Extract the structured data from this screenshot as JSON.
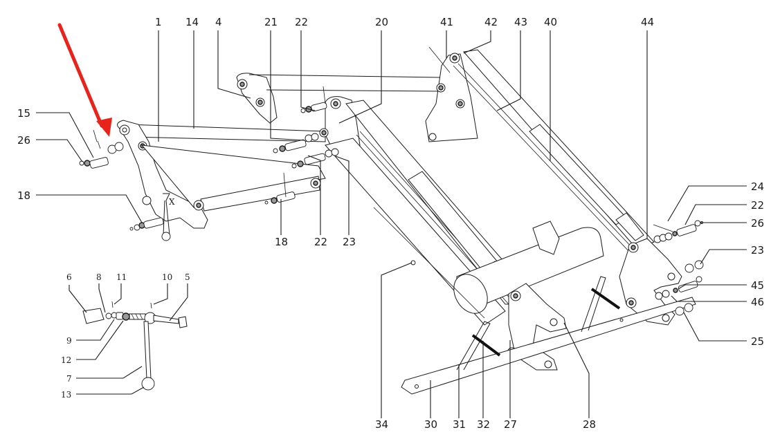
{
  "title": "Front loader exploded parts diagram",
  "highlight": {
    "type": "arrow",
    "color": "#e8231b",
    "points_to_part": "15"
  },
  "callouts": {
    "top": [
      "1",
      "14",
      "4",
      "21",
      "22",
      "20",
      "41",
      "42",
      "43",
      "40",
      "44"
    ],
    "left": [
      "15",
      "26",
      "18"
    ],
    "mid": [
      "18",
      "22",
      "23"
    ],
    "right": [
      "24",
      "22",
      "26",
      "23",
      "45",
      "46",
      "25"
    ],
    "bottom": [
      "34",
      "30",
      "31",
      "32",
      "27",
      "28"
    ],
    "inset": [
      "6",
      "8",
      "11",
      "10",
      "5",
      "9",
      "12",
      "7",
      "13"
    ]
  },
  "inset_marker": "X"
}
